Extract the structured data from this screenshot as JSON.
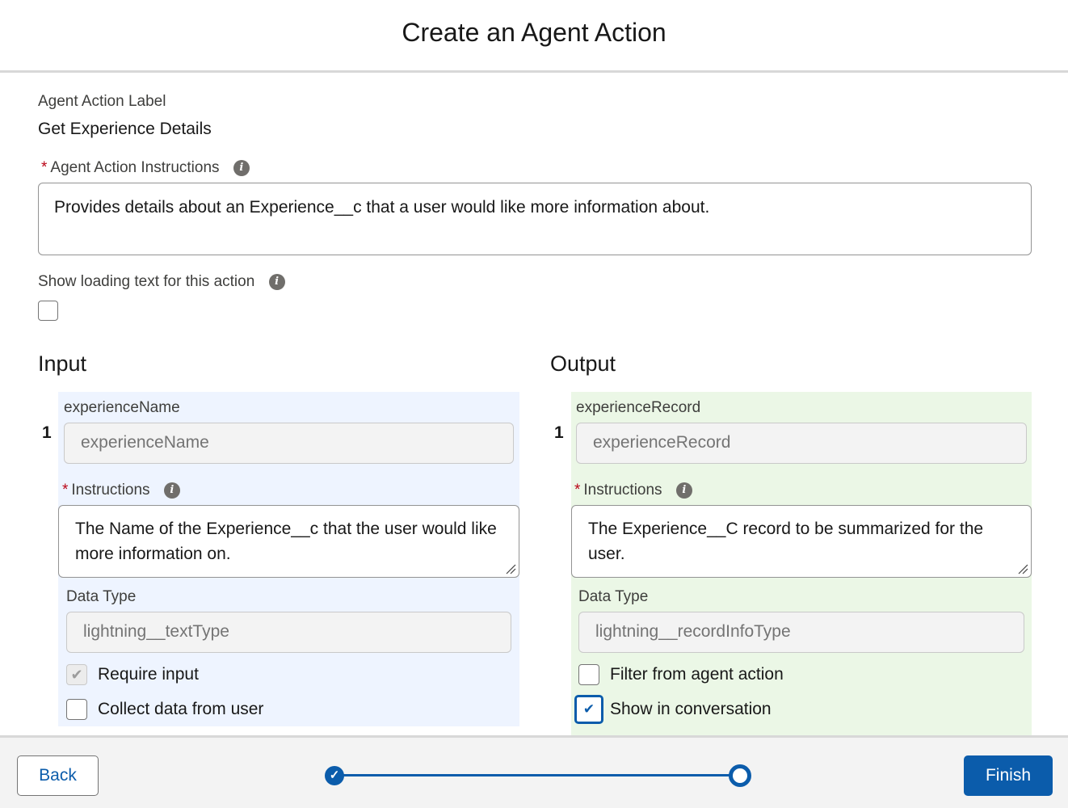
{
  "header": {
    "title": "Create an Agent Action"
  },
  "action": {
    "label_caption": "Agent Action Label",
    "label_value": "Get Experience Details",
    "instructions_caption": "Agent Action Instructions",
    "instructions_value": "Provides details about an Experience__c that a user would like more information about.",
    "loading_text_caption": "Show loading text for this action",
    "loading_text_checked": false
  },
  "input": {
    "section_title": "Input",
    "params": [
      {
        "index": "1",
        "name_caption": "experienceName",
        "name_value": "experienceName",
        "instructions_caption": "Instructions",
        "instructions_value": "The Name of the Experience__c that the user would like more information on.",
        "data_type_caption": "Data Type",
        "data_type_value": "lightning__textType",
        "option1_label": "Require input",
        "option1_checked": true,
        "option2_label": "Collect data from user",
        "option2_checked": false
      }
    ],
    "panel_color": "#eef4ff"
  },
  "output": {
    "section_title": "Output",
    "params": [
      {
        "index": "1",
        "name_caption": "experienceRecord",
        "name_value": "experienceRecord",
        "instructions_caption": "Instructions",
        "instructions_value": "The Experience__C record to be summarized for the user.",
        "data_type_caption": "Data Type",
        "data_type_value": "lightning__recordInfoType",
        "option1_label": "Filter from agent action",
        "option1_checked": false,
        "option2_label": "Show in conversation",
        "option2_checked": true
      }
    ],
    "panel_color": "#ebf7e6"
  },
  "footer": {
    "back_label": "Back",
    "finish_label": "Finish",
    "steps_total": 2,
    "step_current": 2
  },
  "colors": {
    "brand": "#0b5cab",
    "required": "#ba0517"
  }
}
